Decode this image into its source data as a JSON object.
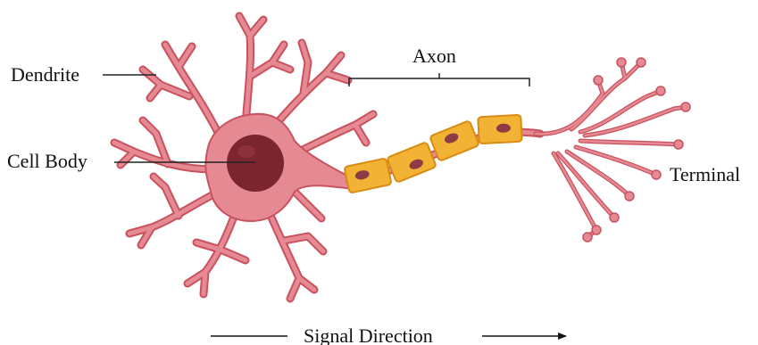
{
  "labels": {
    "dendrite": "Dendrite",
    "cell_body": "Cell Body",
    "axon": "Axon",
    "terminal": "Terminal",
    "signal_direction": "Signal Direction"
  },
  "colors": {
    "neuron_fill": "#e58a93",
    "neuron_stroke": "#c9525f",
    "nucleus": "#7b2530",
    "myelin_fill": "#f2b233",
    "myelin_stroke": "#d98b14",
    "myelin_nucleus": "#8d3b45",
    "label_text": "#111111",
    "leader_line": "#222222"
  }
}
